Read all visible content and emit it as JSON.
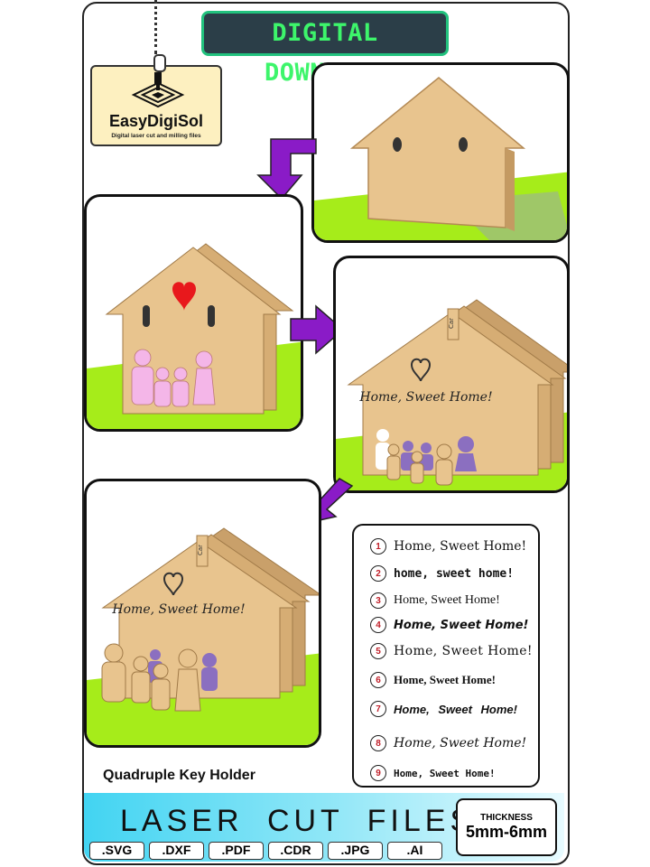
{
  "header": {
    "banner": "DIGITAL DOWNLOAD"
  },
  "logo": {
    "name": "EasyDigiSol",
    "tagline": "Digital laser cut and milling files"
  },
  "panels": {
    "step3_text": "Home, Sweet Home!",
    "step3_tab": "Car",
    "step4_text": "Home, Sweet Home!",
    "step4_tab": "Car"
  },
  "font_options": [
    {
      "num": "1",
      "text": "Home, Sweet Home!"
    },
    {
      "num": "2",
      "text": "home, sweet home!"
    },
    {
      "num": "3",
      "text": "Home, Sweet Home!"
    },
    {
      "num": "4",
      "text": "Home, Sweet Home!"
    },
    {
      "num": "5",
      "text": "Home, Sweet Home!"
    },
    {
      "num": "6",
      "text": "Home, Sweet Home!"
    },
    {
      "num": "7",
      "text": "Home, Sweet Home!"
    },
    {
      "num": "8",
      "text": "Home, Sweet Home!"
    },
    {
      "num": "9",
      "text": "Home, Sweet Home!"
    }
  ],
  "caption": "Quadruple Key Holder",
  "footer": {
    "title": "LASER CUT FILES",
    "thickness_label": "THICKNESS",
    "thickness_value": "5mm-6mm",
    "formats": [
      ".SVG",
      ".DXF",
      ".PDF",
      ".CDR",
      ".JPG",
      ".AI"
    ]
  },
  "colors": {
    "banner_bg": "#2b3e48",
    "banner_text": "#3df56b",
    "wood": "#e8c48e",
    "grass": "#a6ec1a",
    "arrow": "#8a1bc7",
    "heart": "#e8181c",
    "figure_pink": "#f4b6e8",
    "figure_purple": "#8b6fc0",
    "footer": "#42d4f2"
  }
}
